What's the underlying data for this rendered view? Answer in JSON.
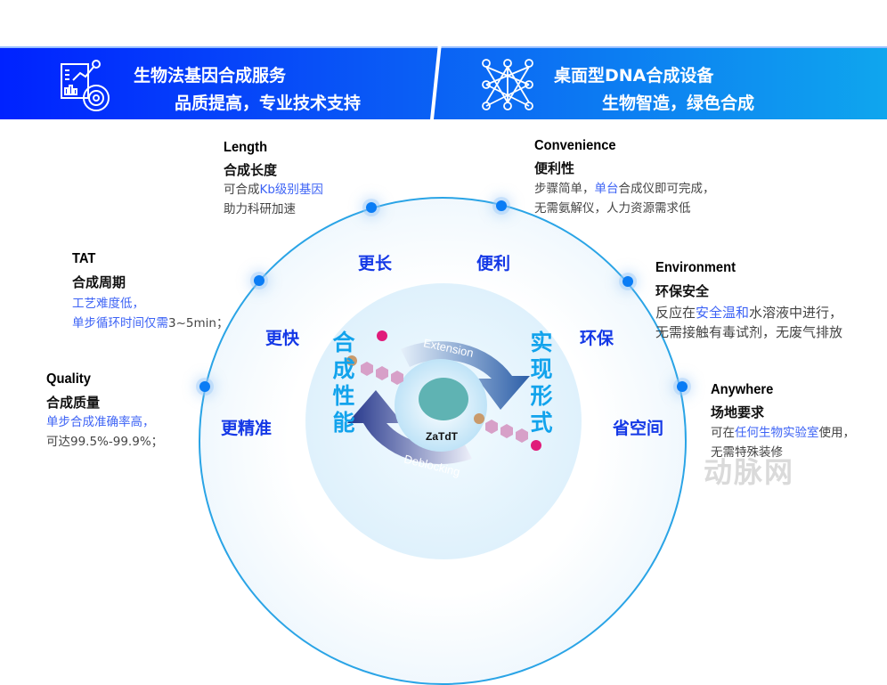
{
  "banner": {
    "left": {
      "title": "生物法基因合成服务",
      "subtitle": "品质提高，专业技术支持",
      "icon": "analytics-report-icon"
    },
    "right": {
      "title": "桌面型DNA合成设备",
      "subtitle": "生物智造，绿色合成",
      "icon": "network-nodes-icon"
    }
  },
  "features": {
    "length": {
      "en": "Length",
      "cn": "合成长度",
      "line1_pre": "可合成",
      "line1_hl": "Kb级别基因",
      "line2": "助力科研加速",
      "keyword": "更长"
    },
    "convenience": {
      "en": "Convenience",
      "cn": "便利性",
      "line1_pre": "步骤简单，",
      "line1_hl": "单台",
      "line1_post": "合成仪即可完成，",
      "line2": "无需氨解仪，人力资源需求低",
      "keyword": "便利"
    },
    "tat": {
      "en": "TAT",
      "cn": "合成周期",
      "line1_hl": "工艺难度低，",
      "line2_hl": "单步循环时间仅需",
      "line2_post": "3~5min；",
      "keyword": "更快"
    },
    "environment": {
      "en": "Environment",
      "cn": "环保安全",
      "line1_pre": "反应在",
      "line1_hl": "安全温和",
      "line1_post": "水溶液中进行，",
      "line2": "无需接触有毒试剂，无废气排放",
      "keyword": "环保"
    },
    "quality": {
      "en": "Quality",
      "cn": "合成质量",
      "line1_hl": "单步合成准确率高，",
      "line2": "可达99.5%-99.9%；",
      "keyword": "更精准"
    },
    "anywhere": {
      "en": "Anywhere",
      "cn": "场地要求",
      "line1_pre": "可在",
      "line1_hl": "任何生物实验室",
      "line1_post": "使用，",
      "line2": "无需特殊装修",
      "keyword": "省空间"
    }
  },
  "center": {
    "left_vertical": "合成性能",
    "right_vertical": "实现形式",
    "extension": "Extension",
    "deblocking": "Deblocking",
    "enzyme": "ZaTdT"
  },
  "watermark": "动脉网",
  "colors": {
    "accent": "#1438e6",
    "highlight": "#3d63f5",
    "arc": "#2aa4e6",
    "vertical": "#12a3ec"
  }
}
